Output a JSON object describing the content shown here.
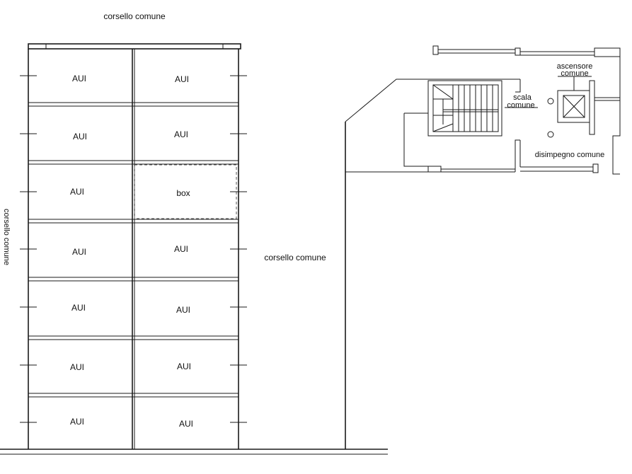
{
  "labels": {
    "corridor_top": "corsello comune",
    "corridor_middle": "corsello comune",
    "corridor_left": "corsello comune",
    "lift": "ascensore",
    "lift_common": "comune",
    "stair": "scala",
    "stair_common": "comune",
    "landing": "disimpegno comune"
  },
  "units": [
    {
      "left": "AUI",
      "right": "AUI"
    },
    {
      "left": "AUI",
      "right": "AUI"
    },
    {
      "left": "AUI",
      "right": "box"
    },
    {
      "left": "AUI",
      "right": "AUI"
    },
    {
      "left": "AUI",
      "right": "AUI"
    },
    {
      "left": "AUI",
      "right": "AUI"
    },
    {
      "left": "AUI",
      "right": "AUI"
    }
  ],
  "colors": {
    "line": "#1a1a1a",
    "background": "#ffffff"
  }
}
